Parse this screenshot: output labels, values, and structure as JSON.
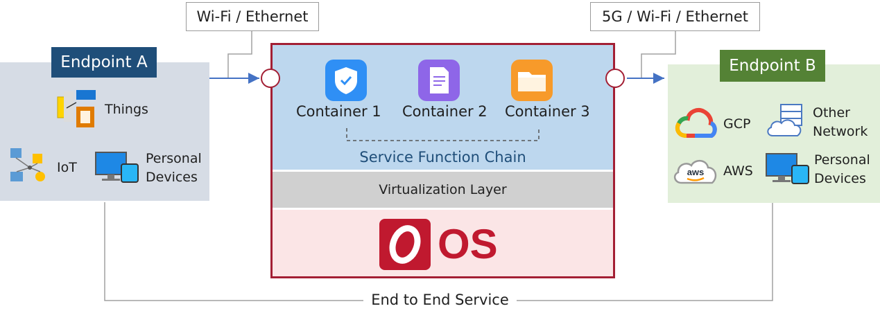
{
  "links": {
    "left_label": "Wi-Fi / Ethernet",
    "right_label": "5G / Wi-Fi / Ethernet"
  },
  "endpoint_a": {
    "title": "Endpoint A",
    "items": {
      "things": "Things",
      "iot": "IoT",
      "personal_line1": "Personal",
      "personal_line2": "Devices"
    }
  },
  "endpoint_b": {
    "title": "Endpoint B",
    "items": {
      "gcp": "GCP",
      "other_line1": "Other",
      "other_line2": "Network",
      "aws": "AWS",
      "personal_line1": "Personal",
      "personal_line2": "Devices"
    }
  },
  "device": {
    "containers": [
      "Container 1",
      "Container 2",
      "Container 3"
    ],
    "chain_label": "Service Function Chain",
    "virtualization_label": "Virtualization Layer",
    "os_label": "OS"
  },
  "footer": {
    "service_label": "End to End Service"
  },
  "colors": {
    "endpoint_a_bg": "#d6dce5",
    "endpoint_a_title": "#1f4e79",
    "endpoint_b_bg": "#e2efda",
    "endpoint_b_title": "#548235",
    "chain_bg": "#bdd7ee",
    "device_border": "#a31f34",
    "arrow": "#4472c4"
  }
}
